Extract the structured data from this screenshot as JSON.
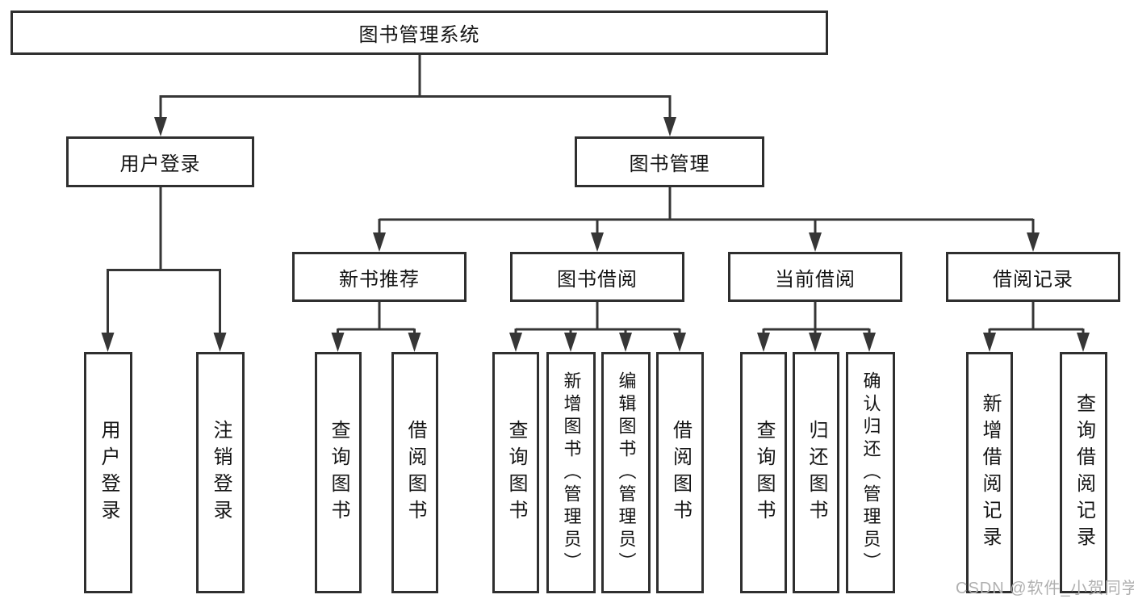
{
  "diagram": {
    "type": "hierarchy-tree",
    "colors": {
      "line": "#363636",
      "box_border": "#2f2f2f",
      "text": "#141414",
      "background": "#ffffff",
      "watermark": "#b0b0b0"
    },
    "tree": {
      "label": "图书管理系统",
      "children": [
        {
          "label": "用户登录",
          "children": [
            {
              "label": "用户登录"
            },
            {
              "label": "注销登录"
            }
          ]
        },
        {
          "label": "图书管理",
          "children": [
            {
              "label": "新书推荐",
              "children": [
                {
                  "label": "查询图书"
                },
                {
                  "label": "借阅图书"
                }
              ]
            },
            {
              "label": "图书借阅",
              "children": [
                {
                  "label": "查询图书"
                },
                {
                  "label": "新增图书（管理员）"
                },
                {
                  "label": "编辑图书（管理员）"
                },
                {
                  "label": "借阅图书"
                }
              ]
            },
            {
              "label": "当前借阅",
              "children": [
                {
                  "label": "查询图书"
                },
                {
                  "label": "归还图书"
                },
                {
                  "label": "确认归还（管理员）"
                }
              ]
            },
            {
              "label": "借阅记录",
              "children": [
                {
                  "label": "新增借阅记录"
                },
                {
                  "label": "查询借阅记录"
                }
              ]
            }
          ]
        }
      ]
    },
    "watermark": {
      "text": "CSDN @软件_小贺同学"
    }
  }
}
